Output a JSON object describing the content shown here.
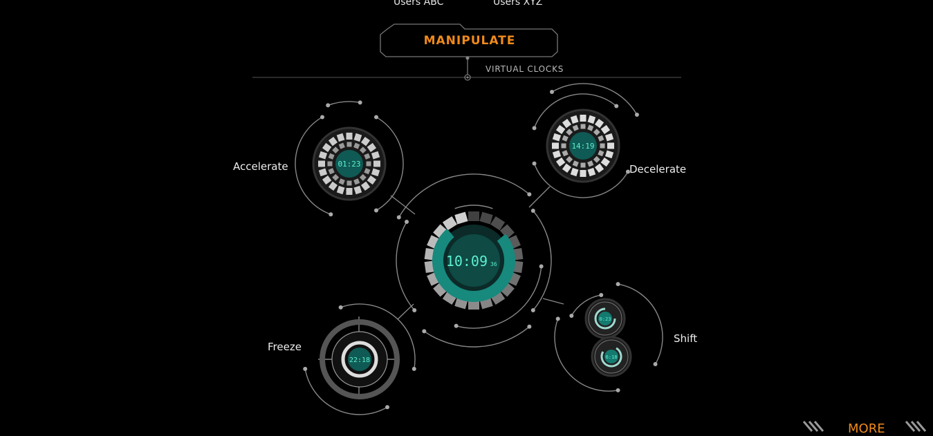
{
  "nav": {
    "users_abc": "Users ABC",
    "users_xyz": "Users XYZ"
  },
  "header": {
    "title": "MANIPULATE",
    "subtitle": "VIRTUAL CLOCKS"
  },
  "clocks": {
    "main": {
      "time": "10:09",
      "seconds": "36"
    },
    "accelerate": {
      "label": "Accelerate",
      "time": "01:23"
    },
    "decelerate": {
      "label": "Decelerate",
      "time": "14:19"
    },
    "freeze": {
      "label": "Freeze",
      "time": "22:18"
    },
    "shift": {
      "label": "Shift",
      "time_a": "0:23",
      "time_b": "6:18"
    }
  },
  "footer": {
    "more": "MORE"
  },
  "colors": {
    "accent": "#f08a1c",
    "teal": "#1a9a8c",
    "digits": "#5ef0d0"
  }
}
